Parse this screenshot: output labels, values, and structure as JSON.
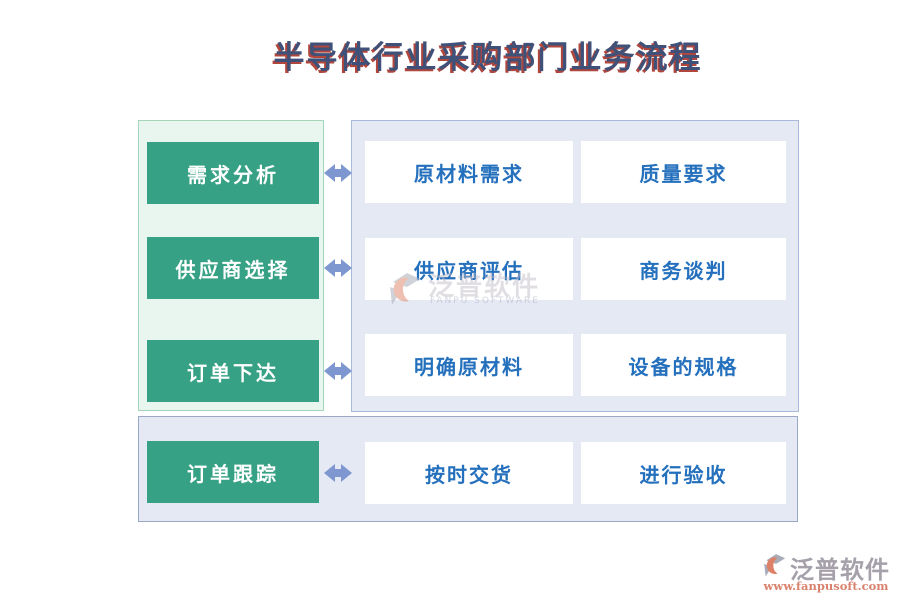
{
  "title": "半导体行业采购部门业务流程",
  "rows": [
    {
      "step": "需求分析",
      "items": [
        "原材料需求",
        "质量要求"
      ]
    },
    {
      "step": "供应商选择",
      "items": [
        "供应商评估",
        "商务谈判"
      ]
    },
    {
      "step": "订单下达",
      "items": [
        "明确原材料",
        "设备的规格"
      ]
    },
    {
      "step": "订单跟踪",
      "items": [
        "按时交货",
        "进行验收"
      ]
    }
  ],
  "icons": {
    "arrow": "double-horizontal-arrow-icon",
    "logo": "fanpu-logo-icon"
  },
  "watermark": {
    "name": "泛普软件",
    "subtitle": "FANPU SOFTWARE"
  },
  "footer_logo": {
    "name": "泛普软件",
    "url": "www.fanpusoft.com"
  },
  "colors": {
    "title_text": "#3f5178",
    "title_shadow": "#b0463c",
    "step_green": "#36a184",
    "step_text": "#ffffff",
    "left_panel_bg": "#e9f5ef",
    "left_panel_border": "#a3d5ba",
    "right_panel_bg": "#e4e9f4",
    "right_panel_border": "#a9b9da",
    "item_text_blue": "#2470bd",
    "arrow_blue": "#7e97d1",
    "logo_grey": "#a9adb9",
    "logo_salmon": "#dd8268"
  }
}
